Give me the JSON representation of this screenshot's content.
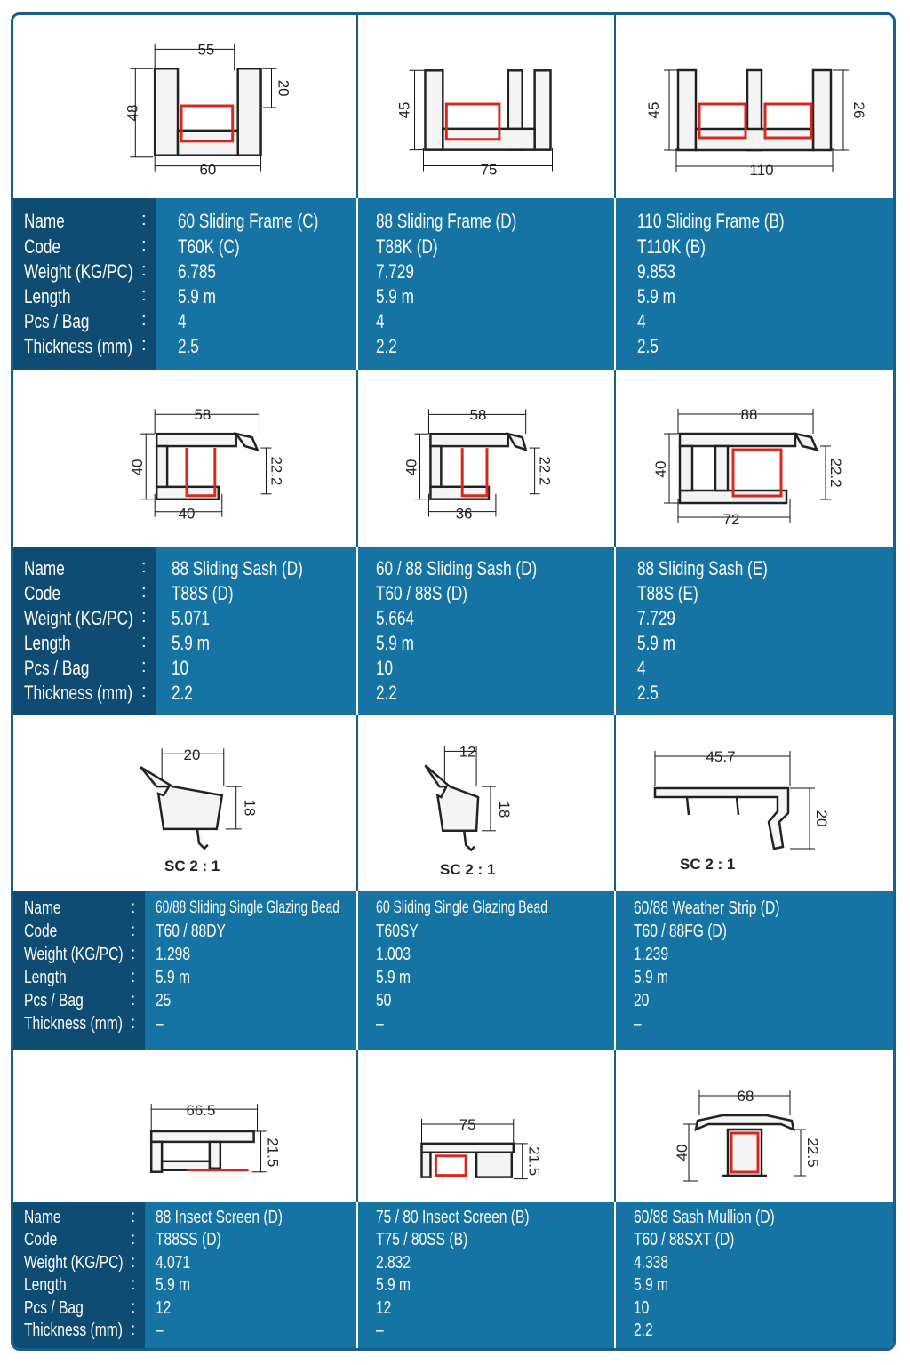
{
  "labels": [
    "Name",
    "Code",
    "Weight (KG/PC)",
    "Length",
    "Pcs / Bag",
    "Thickness (mm)"
  ],
  "colon": ":",
  "scale_label": "SC   2 : 1",
  "rows": [
    {
      "dims": [
        {
          "top": "55",
          "bottom": "60",
          "left": "48",
          "right": "20"
        },
        {
          "bottom": "75",
          "left": "45"
        },
        {
          "bottom": "110",
          "left": "45",
          "right": "26"
        }
      ],
      "products": [
        {
          "name": "60 Sliding Frame (C)",
          "code": "T60K (C)",
          "weight": "6.785",
          "length": "5.9 m",
          "pcs": "4",
          "thickness": "2.5"
        },
        {
          "name": "88 Sliding Frame (D)",
          "code": "T88K (D)",
          "weight": "7.729",
          "length": "5.9 m",
          "pcs": "4",
          "thickness": "2.2"
        },
        {
          "name": "110 Sliding Frame (B)",
          "code": "T110K (B)",
          "weight": "9.853",
          "length": "5.9 m",
          "pcs": "4",
          "thickness": "2.5"
        }
      ]
    },
    {
      "dims": [
        {
          "top": "58",
          "bottom": "40",
          "left": "40",
          "right": "22.2"
        },
        {
          "top": "58",
          "bottom": "36",
          "left": "40",
          "right": "22.2"
        },
        {
          "top": "88",
          "bottom": "72",
          "left": "40",
          "right": "22.2"
        }
      ],
      "products": [
        {
          "name": "88 Sliding Sash (D)",
          "code": "T88S (D)",
          "weight": "5.071",
          "length": "5.9 m",
          "pcs": "10",
          "thickness": "2.2"
        },
        {
          "name": "60 / 88 Sliding Sash (D)",
          "code": "T60 / 88S (D)",
          "weight": "5.664",
          "length": "5.9 m",
          "pcs": "10",
          "thickness": "2.2"
        },
        {
          "name": "88 Sliding Sash (E)",
          "code": "T88S (E)",
          "weight": "7.729",
          "length": "5.9 m",
          "pcs": "4",
          "thickness": "2.5"
        }
      ]
    },
    {
      "dims": [
        {
          "top": "20",
          "right": "18"
        },
        {
          "top": "12",
          "right": "18"
        },
        {
          "top": "45.7",
          "right": "20"
        }
      ],
      "products": [
        {
          "name": "60/88 Sliding Single Glazing Bead",
          "code": "T60 / 88DY",
          "weight": "1.298",
          "length": "5.9 m",
          "pcs": "25",
          "thickness": "–"
        },
        {
          "name": "60 Sliding Single Glazing Bead",
          "code": "T60SY",
          "weight": "1.003",
          "length": "5.9 m",
          "pcs": "50",
          "thickness": "–"
        },
        {
          "name": "60/88 Weather Strip (D)",
          "code": "T60 / 88FG (D)",
          "weight": "1.239",
          "length": "5.9 m",
          "pcs": "20",
          "thickness": "–"
        }
      ]
    },
    {
      "dims": [
        {
          "top": "66.5",
          "right": "21.5"
        },
        {
          "top": "75",
          "right": "21.5"
        },
        {
          "top": "68",
          "left": "40",
          "right": "22.5"
        }
      ],
      "products": [
        {
          "name": "88 Insect Screen (D)",
          "code": "T88SS (D)",
          "weight": "4.071",
          "length": "5.9 m",
          "pcs": "12",
          "thickness": "–"
        },
        {
          "name": "75 / 80 Insect Screen (B)",
          "code": "T75 / 80SS (B)",
          "weight": "2.832",
          "length": "5.9 m",
          "pcs": "12",
          "thickness": "–"
        },
        {
          "name": "60/88 Sash Mullion (D)",
          "code": "T60 / 88SXT (D)",
          "weight": "4.338",
          "length": "5.9 m",
          "pcs": "10",
          "thickness": "2.2"
        }
      ]
    }
  ]
}
